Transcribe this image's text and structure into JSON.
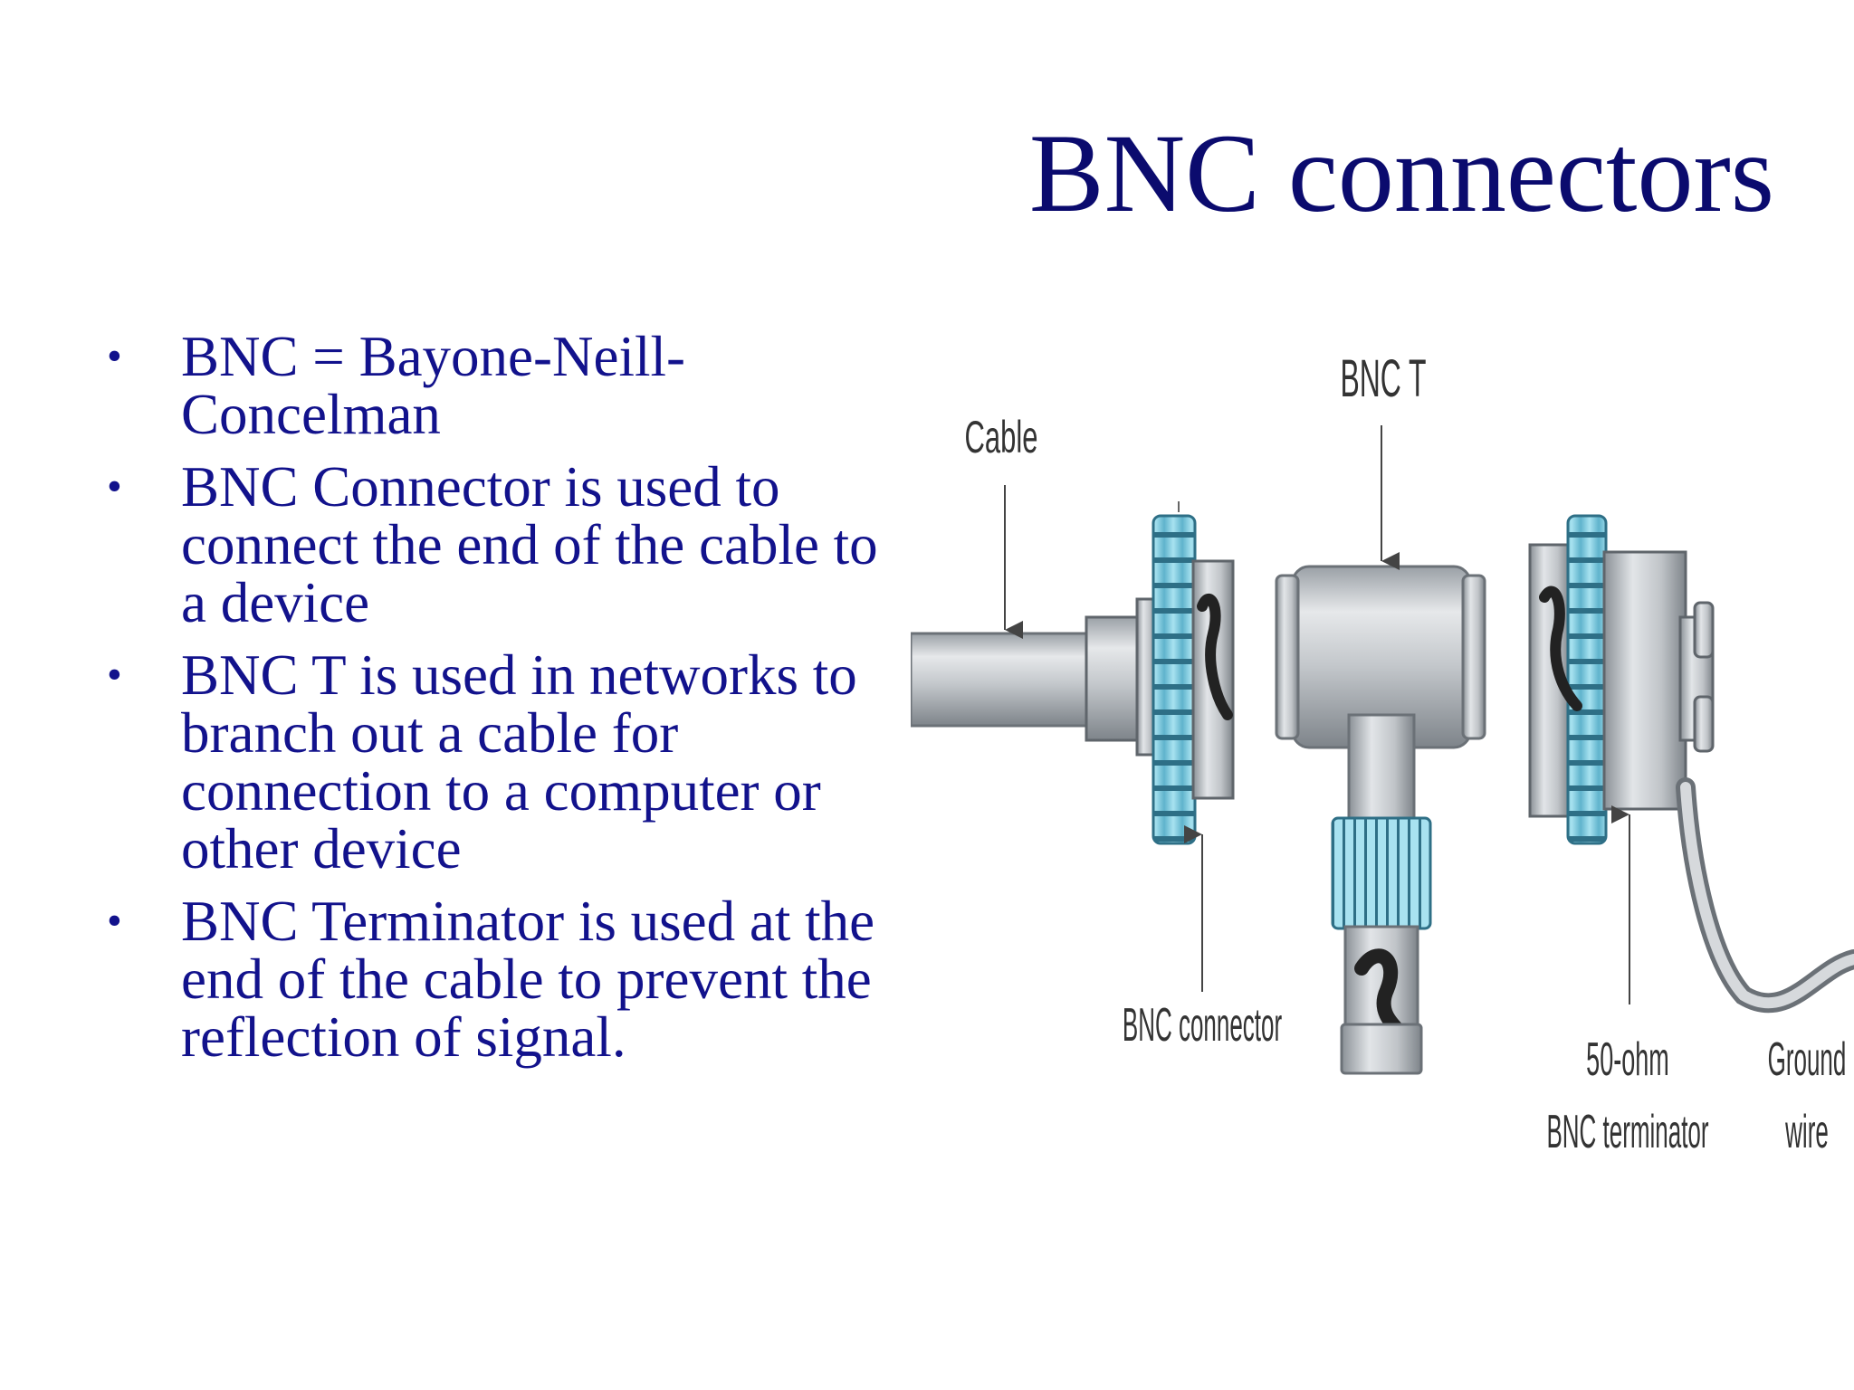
{
  "slide": {
    "title": "BNC connectors",
    "bullets": [
      "BNC = Bayone-Neill-Concelman",
      "BNC Connector is used to connect the end of the cable to a device",
      "BNC T is used in networks to branch out a cable for connection to a computer or other device",
      "BNC Terminator is used at the end of the cable to prevent the reflection of signal."
    ]
  },
  "figure": {
    "labels": {
      "cable": "Cable",
      "bnc_t": "BNC T",
      "bnc_connector": "BNC connector",
      "terminator_line1": "50-ohm",
      "terminator_line2": "BNC terminator",
      "ground_line1": "Ground",
      "ground_line2": "wire"
    }
  },
  "colors": {
    "title": "#0b0b6e",
    "text": "#12128c",
    "metal": "#c0c4c8",
    "ring": "#8fd4e6"
  }
}
